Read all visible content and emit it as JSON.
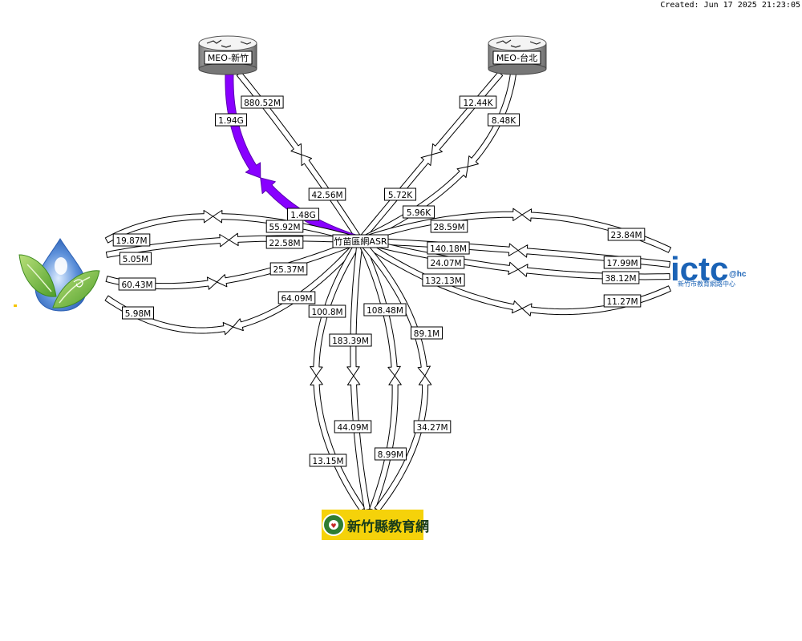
{
  "created": "Created: Jun 17 2025 21:23:05",
  "nodes": {
    "hub": "竹苗區網ASR",
    "meo_hsinchu": "MEO-新竹",
    "meo_taipei": "MEO-台北",
    "ictc_logo_text": "ictc",
    "ictc_sup": "@hc",
    "ictc_sub": "新竹市教育網路中心",
    "county_net": "新竹縣教育網"
  },
  "labels": {
    "meo_hsinchu": [
      "880.52M",
      "1.94G",
      "42.56M",
      "1.48G"
    ],
    "meo_taipei": [
      "12.44K",
      "8.48K",
      "5.72K",
      "5.96K"
    ],
    "left": [
      "19.87M",
      "55.92M",
      "5.05M",
      "22.58M",
      "60.43M",
      "25.37M",
      "5.98M",
      "64.09M"
    ],
    "right": [
      "28.59M",
      "23.84M",
      "140.18M",
      "17.99M",
      "24.07M",
      "38.12M",
      "132.13M",
      "11.27M"
    ],
    "bottom": [
      "100.8M",
      "13.15M",
      "183.39M",
      "44.09M",
      "108.48M",
      "8.99M",
      "89.1M",
      "34.27M"
    ]
  },
  "colors": {
    "hot_link": "#8800ff",
    "link_fill": "#ffffff",
    "county_bg": "#f5d20a"
  }
}
